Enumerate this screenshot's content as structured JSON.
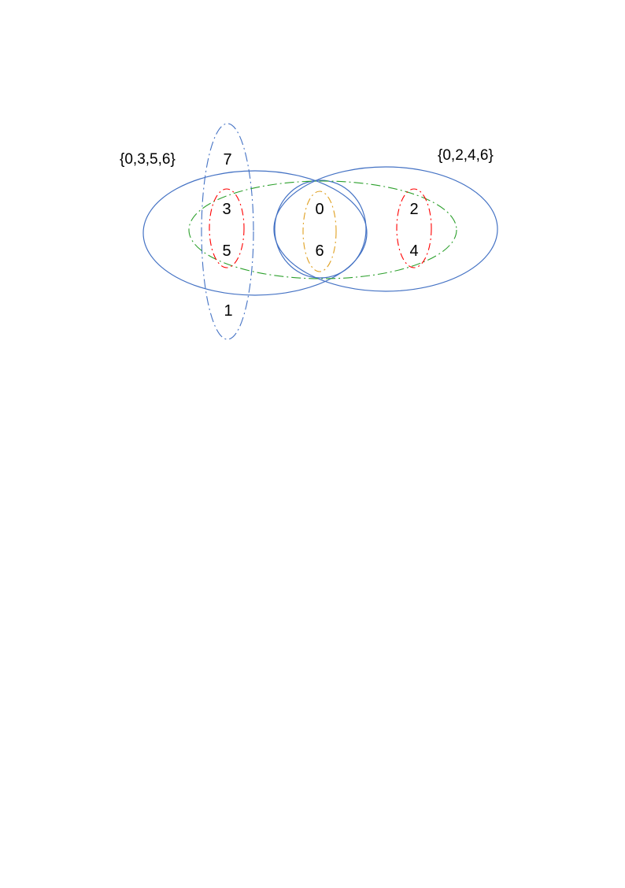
{
  "sets": {
    "left_label": "{0,3,5,6}",
    "right_label": "{0,2,4,6}"
  },
  "elements": {
    "seven": "7",
    "three": "3",
    "five": "5",
    "one": "1",
    "zero": "0",
    "six": "6",
    "two": "2",
    "four": "4"
  },
  "colors": {
    "solid_outline": "#4472c4",
    "vertical_dashdot": "#4472c4",
    "red_dashed": "#ff0000",
    "green_dashdot": "#2ca02c",
    "orange_dashdot": "#e0a020",
    "text": "#000000"
  }
}
